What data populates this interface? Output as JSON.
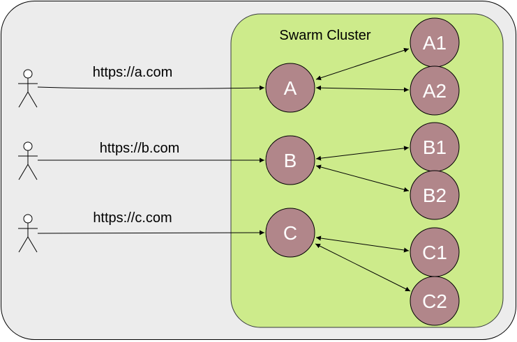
{
  "diagram": {
    "cluster_title": "Swarm Cluster",
    "colors": {
      "outer_fill": "#ececec",
      "outer_stroke": "#000000",
      "cluster_fill": "#cdeb8b",
      "cluster_stroke": "#36393d",
      "node_fill": "#b1868a",
      "node_stroke": "#000000",
      "node_text": "#ffffff",
      "edge": "#000000"
    },
    "users": [
      {
        "icon": "person-icon",
        "url": "https://a.com",
        "target": "A"
      },
      {
        "icon": "person-icon",
        "url": "https://b.com",
        "target": "B"
      },
      {
        "icon": "person-icon",
        "url": "https://c.com",
        "target": "C"
      }
    ],
    "services": [
      {
        "label": "A",
        "replicas": [
          "A1",
          "A2"
        ]
      },
      {
        "label": "B",
        "replicas": [
          "B1",
          "B2"
        ]
      },
      {
        "label": "C",
        "replicas": [
          "C1",
          "C2"
        ]
      }
    ]
  }
}
